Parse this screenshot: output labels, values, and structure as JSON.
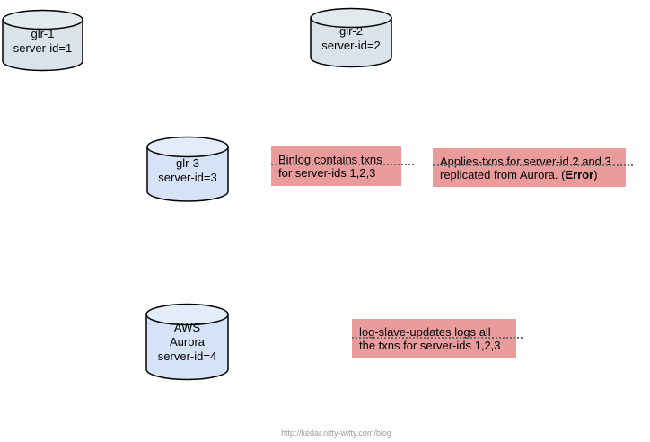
{
  "colors": {
    "cylinder_gray_fill": "#dae3e9",
    "cylinder_gray_top": "#e2eaee",
    "cylinder_blue_fill": "#d6e2f5",
    "cylinder_blue_top": "#e3ecf9",
    "stroke": "#000000",
    "note_fill": "#e99c9b",
    "connector_dots": "#6b6b6b",
    "footer_text": "#9a9a9a"
  },
  "cylinders": [
    {
      "name": "glr-1",
      "lines": [
        "glr-1",
        "server-id=1"
      ]
    },
    {
      "name": "glr-2",
      "lines": [
        "glr-2",
        "server-id=2"
      ]
    },
    {
      "name": "glr-3",
      "lines": [
        "glr-3",
        "server-id=3"
      ]
    },
    {
      "name": "aws-aurora",
      "lines": [
        "AWS",
        "Aurora",
        "server-id=4"
      ]
    }
  ],
  "notes": [
    {
      "name": "binlog-note",
      "lines": [
        "Binlog contains txns",
        "for server-ids 1,2,3"
      ]
    },
    {
      "name": "applies-note",
      "line1": "Applies-txns for server-id 2 and 3",
      "line2_prefix": "replicated from Aurora. (",
      "line2_bold": "Error",
      "line2_suffix": ")"
    },
    {
      "name": "log-slave-note",
      "lines": [
        "log-slave-updates logs all",
        "the txns for server-ids 1,2,3"
      ]
    }
  ],
  "footer": {
    "url": "http://kedar.nitty-witty.com/blog"
  }
}
